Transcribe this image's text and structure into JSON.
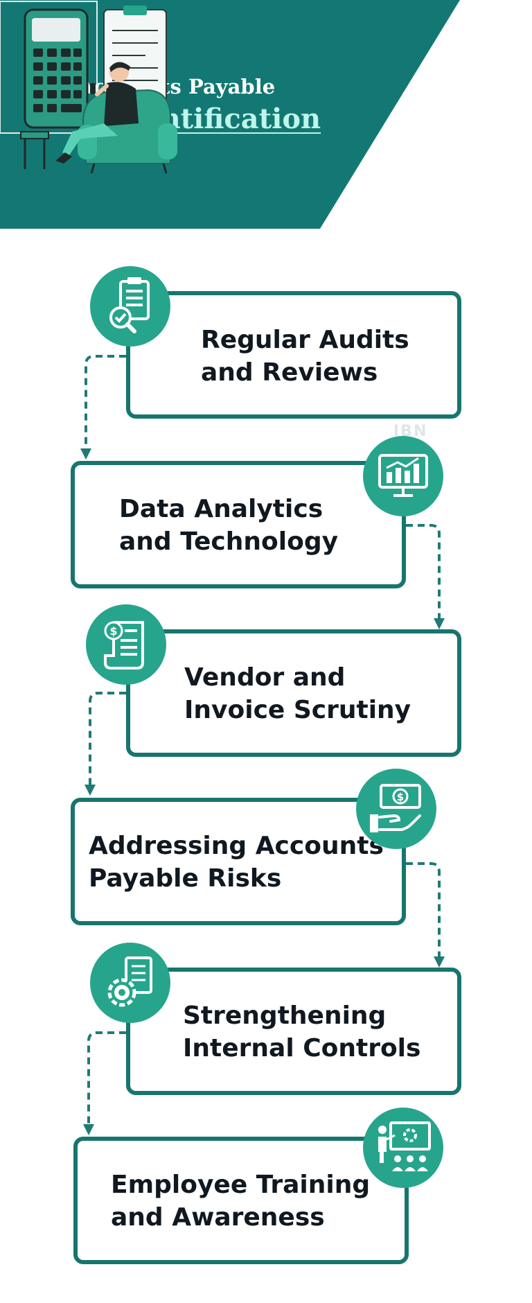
{
  "header": {
    "title_line1": "Accounts Payable",
    "title_line2": "Risk Identification",
    "bg_color": "#137873",
    "accent_color": "#bff5ea"
  },
  "steps": [
    {
      "label": "Regular Audits\nand Reviews",
      "icon": "clipboard-search-icon"
    },
    {
      "label": "Data Analytics\nand Technology",
      "icon": "analytics-monitor-icon"
    },
    {
      "label": "Vendor and\nInvoice Scrutiny",
      "icon": "invoice-dollar-icon"
    },
    {
      "label": "Addressing Accounts\nPayable Risks",
      "icon": "money-hand-icon"
    },
    {
      "label": "Strengthening\nInternal Controls",
      "icon": "gear-document-icon"
    },
    {
      "label": "Employee Training\nand Awareness",
      "icon": "training-board-icon"
    }
  ],
  "colors": {
    "box_border": "#16766e",
    "circle_fill": "#27a58c",
    "connector": "#1f7a72",
    "text": "#101820"
  }
}
